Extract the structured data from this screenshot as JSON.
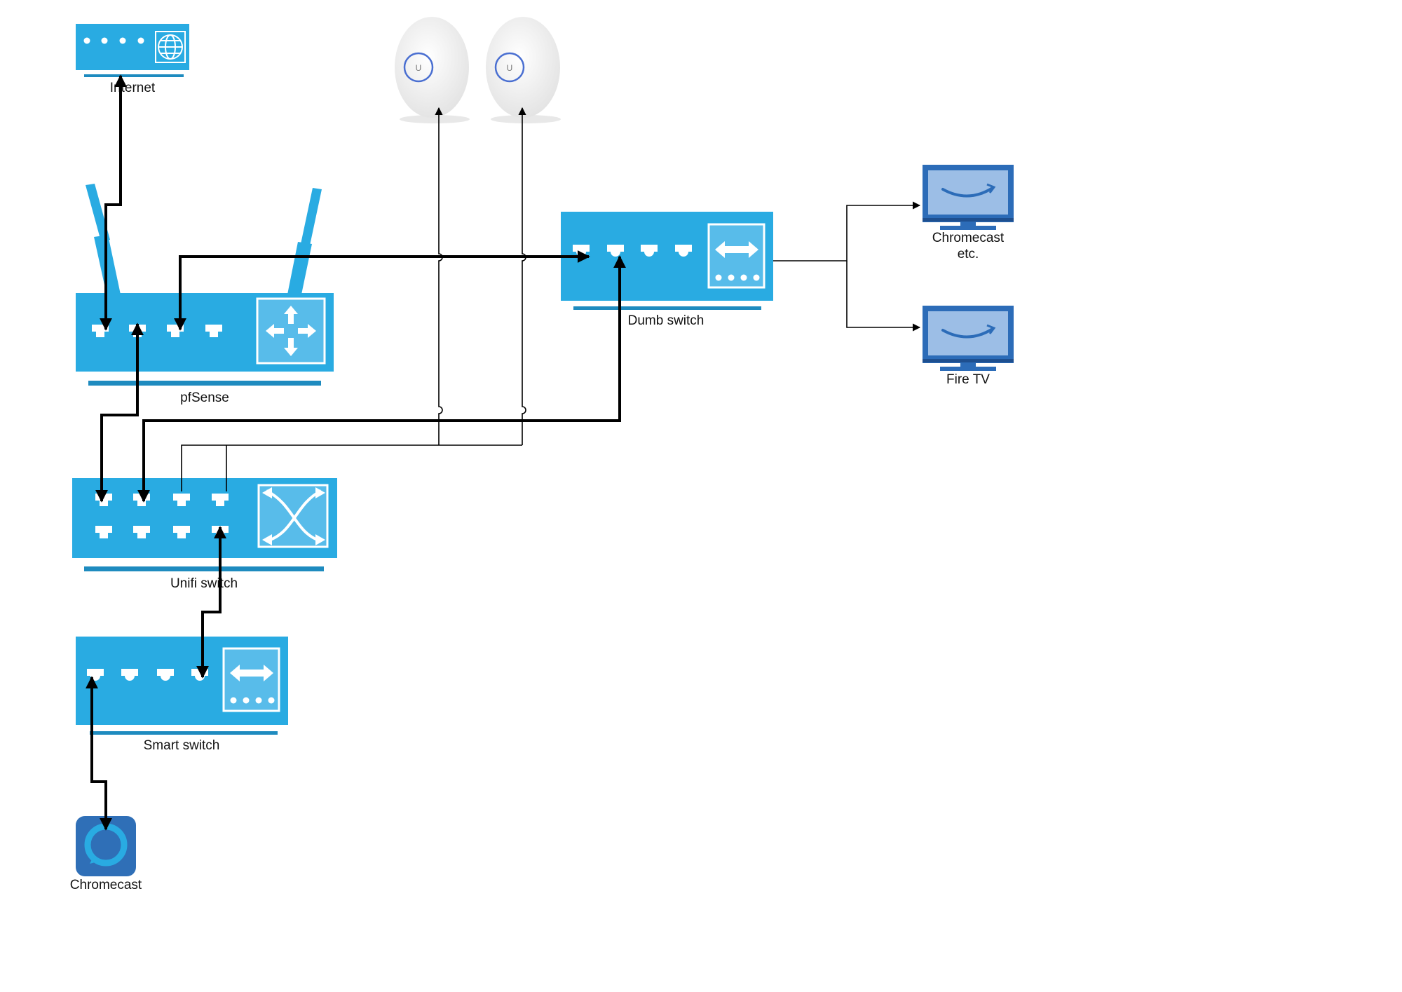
{
  "colors": {
    "device_blue": "#29ABE2",
    "device_stripe": "#1E8BBF",
    "monitor_blue": "#2C6CB8",
    "monitor_screen": "#9CBEE6",
    "alexa_blue": "#2F6FB7",
    "alexa_ring": "#29ABE2",
    "ap_body": "#EFEFEF",
    "ap_ring": "#4A6FD1",
    "wire": "#000000",
    "label": "#111111"
  },
  "nodes": {
    "internet": {
      "label": "Internet",
      "icon": "internet-modem-icon"
    },
    "pfsense": {
      "label": "pfSense",
      "icon": "router-icon"
    },
    "unifi_switch": {
      "label": "Unifi switch",
      "icon": "layer3-switch-icon"
    },
    "smart_switch": {
      "label": "Smart switch",
      "icon": "switch-icon"
    },
    "dumb_switch": {
      "label": "Dumb switch",
      "icon": "switch-icon"
    },
    "chromecast_alexa": {
      "label": "Chromecast",
      "icon": "alexa-icon"
    },
    "chromecast_tv": {
      "label_line1": "Chromecast",
      "label_line2": "etc.",
      "icon": "tv-icon"
    },
    "fire_tv": {
      "label": "Fire TV",
      "icon": "tv-icon"
    },
    "access_point_1": {
      "icon": "wireless-access-point-icon"
    },
    "access_point_2": {
      "icon": "wireless-access-point-icon"
    }
  }
}
